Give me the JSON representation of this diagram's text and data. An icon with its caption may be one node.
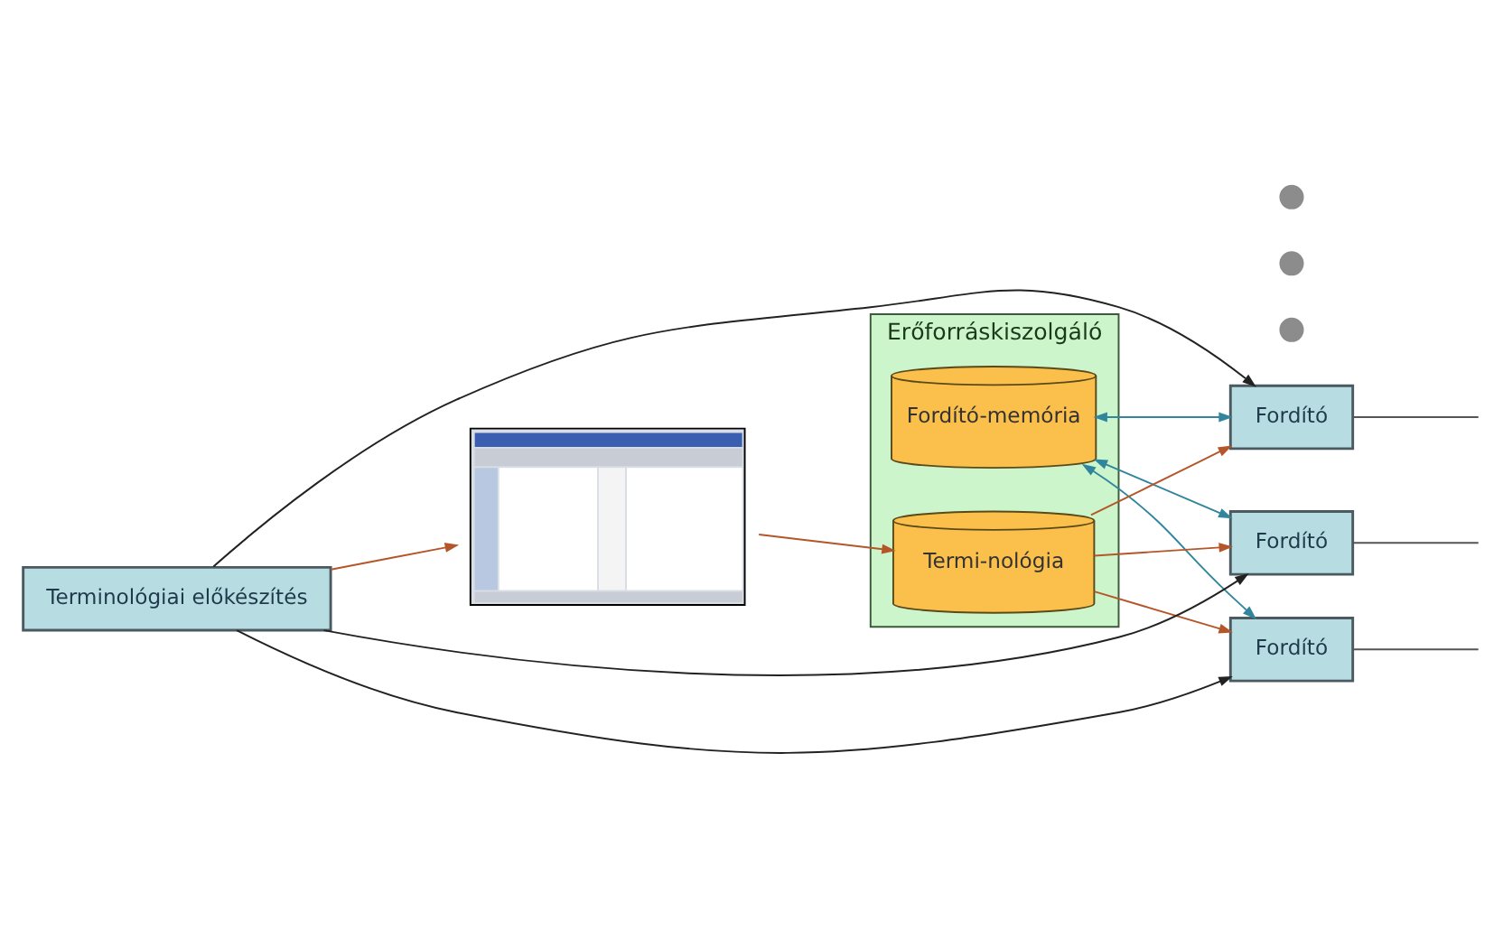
{
  "diagram": {
    "nodes": [
      {
        "text": [
          "Erőforráskiszolgáló"
        ]
      },
      {
        "text": [
          "Fordító-memória"
        ],
        "in": 0
      },
      {
        "text": [
          "Termi-nológia"
        ],
        "in": 0
      },
      {
        "text": [
          "Terminológiai előkészítés"
        ]
      },
      {
        "text": [
          "Fordító"
        ]
      },
      {
        "text": [
          "Fordító"
        ]
      },
      {
        "text": [],
        "shape": "circle"
      },
      {
        "text": [],
        "shape": "circle"
      },
      {
        "text": [],
        "shape": "circle"
      },
      {
        "text": [
          "Fordító"
        ]
      },
      {
        "text": [],
        "shape": "picture"
      }
    ],
    "edges": [
      {
        "from": 10,
        "to": 2,
        "arrow": "to"
      },
      {
        "from": 3,
        "to": 10,
        "arrow": "to"
      },
      {
        "from": 1,
        "to": 4,
        "arrow": "both",
        "color": "#31859c"
      },
      {
        "from": 1,
        "to": 5,
        "arrow": "both",
        "color": "#31859c"
      },
      {
        "from": 1,
        "to": 9,
        "arrow": "both",
        "color": "#31859c"
      },
      {
        "from": 2,
        "to": 4,
        "arrow": "to"
      },
      {
        "from": 2,
        "to": 5,
        "arrow": "to"
      },
      {
        "from": 2,
        "to": 9,
        "arrow": "to"
      },
      {
        "from": 3,
        "to": 4,
        "arrow": "to",
        "color": "#222222"
      },
      {
        "from": 3,
        "to": 5,
        "arrow": "to",
        "color": "#222222"
      },
      {
        "from": 3,
        "to": 9,
        "arrow": "to",
        "color": "#222222"
      },
      {
        "from": 4,
        "to": null,
        "arrow": "none",
        "color": "#555555"
      },
      {
        "from": 5,
        "to": null,
        "arrow": "none",
        "color": "#555555"
      },
      {
        "from": 9,
        "to": null,
        "arrow": "none",
        "color": "#555555"
      }
    ]
  }
}
